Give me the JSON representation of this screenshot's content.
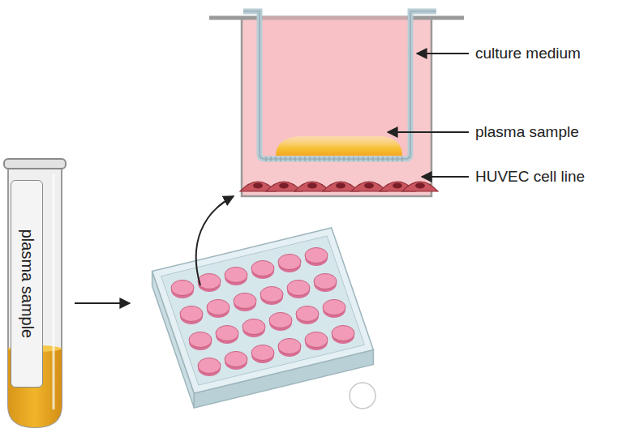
{
  "diagram": {
    "nodes": [
      {
        "text": [
          "plasma sample"
        ]
      }
    ],
    "labels": [
      "culture medium",
      "plasma sample",
      "HUVEC cell line"
    ]
  }
}
